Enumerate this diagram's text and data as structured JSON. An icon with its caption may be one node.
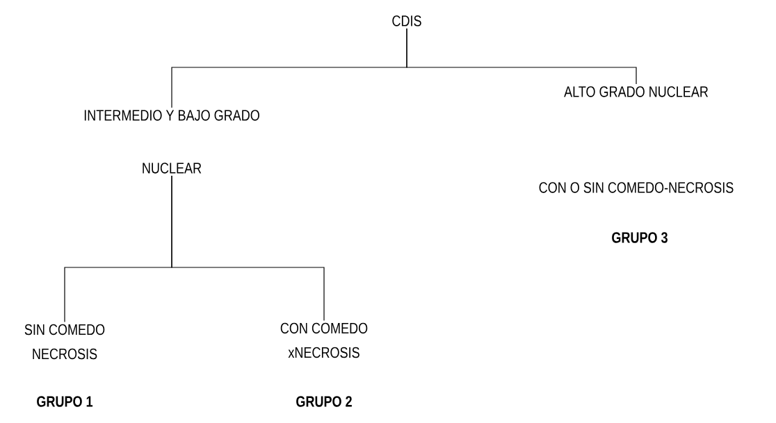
{
  "diagram": {
    "nodes": [
      {
        "text": [
          "CDIS"
        ]
      },
      {
        "text": [
          "INTERMEDIO Y BAJO GRADO NUCLEAR"
        ]
      },
      {
        "text": [
          "ALTO GRADO NUCLEAR",
          "CON O SIN COMEDO-NECROSIS"
        ],
        "beside": [
          "GRUPO 3"
        ]
      },
      {
        "text": [
          "SIN COMEDO NECROSIS"
        ],
        "beside": [
          "GRUPO 1"
        ]
      },
      {
        "text": [
          "CON COMEDO xNECROSIS"
        ],
        "beside": [
          "GRUPO 2"
        ]
      }
    ],
    "edges": [
      {
        "from": 0,
        "to": 1,
        "arrow": "none"
      },
      {
        "from": 0,
        "to": 2,
        "arrow": "none"
      },
      {
        "from": 1,
        "to": 3,
        "arrow": "none"
      },
      {
        "from": 1,
        "to": 4,
        "arrow": "none"
      }
    ]
  }
}
